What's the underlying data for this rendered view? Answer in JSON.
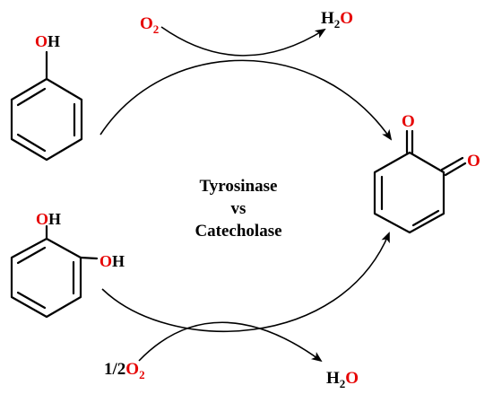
{
  "colors": {
    "atom_red": "#e60000",
    "ink": "#000000"
  },
  "center_title": {
    "line1": "Tyrosinase",
    "line2": "vs",
    "line3": "Catecholase"
  },
  "phenol": {
    "oh_o": "O",
    "oh_h": "H"
  },
  "catechol": {
    "oh1_o": "O",
    "oh1_h": "H",
    "oh2_o": "O",
    "oh2_h": "H"
  },
  "quinone": {
    "o1": "O",
    "o2": "O"
  },
  "top_reaction": {
    "reactant_o": "O",
    "reactant_sub": "2",
    "product_h": "H",
    "product_sub": "2",
    "product_o": "O"
  },
  "bottom_reaction": {
    "reactant_coeff": "1/2",
    "reactant_o": "O",
    "reactant_sub": "2",
    "product_h": "H",
    "product_sub": "2",
    "product_o": "O"
  }
}
